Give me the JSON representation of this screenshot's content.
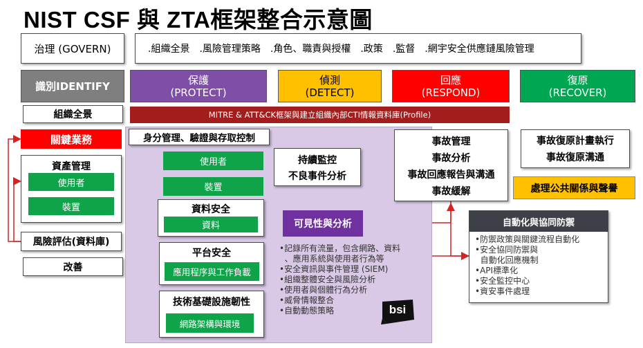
{
  "title": "NIST CSF 與 ZTA框架整合示意圖",
  "govern": {
    "label": "治理 (GOVERN)",
    "items": [
      ".組織全景",
      ".風險管理策略",
      ".角色、職責與授權",
      ".政策",
      ".監督",
      ".網宇安全供應鏈風險管理"
    ]
  },
  "functions": {
    "identify": "識別IDENTIFY",
    "protect": "保護\n(PROTECT)",
    "detect": "偵測\n(DETECT)",
    "respond": "回應\n(RESPOND)",
    "recover": "復原\n(RECOVER)"
  },
  "colors": {
    "identify": "#7f7f7f",
    "protect": "#7f4fa8",
    "detect": "#ffc000",
    "respond": "#ff0000",
    "recover": "#00a651",
    "mitre_bar": "#a31d1d",
    "protect_bg": "#d9c9e6",
    "arrow": "#d62222",
    "green_item": "#0fa34a",
    "dark_panel": "#3d4047"
  },
  "mitre": "MITRE & ATT&CK框架與建立組織內部CTI情報資料庫(Profile)",
  "identify_col": {
    "org": "組織全景",
    "critical": "關鍵業務",
    "asset_title": "資產管理",
    "asset_users": "使用者",
    "asset_devices": "裝置",
    "risk": "風險評估(資料庫)",
    "improve": "改善"
  },
  "protect_col": {
    "iam": "身分管理、驗證與存取控制",
    "users": "使用者",
    "devices": "裝置",
    "data_title": "資料安全",
    "data": "資料",
    "platform_title": "平台安全",
    "platform": "應用程序與工作負載",
    "infra_title": "技術基礎設施韌性",
    "infra": "網路架構與環境"
  },
  "detect_col": {
    "monitor": "持續監控",
    "anomaly": "不良事件分析",
    "visibility": "可見性與分析",
    "bullets": [
      "•記錄所有流量，包含網路、資料",
      "  、應用系統與使用者行為等",
      "•安全資訊與事件管理 (SIEM)",
      "•組織整體安全與風險分析",
      "•使用者與個體行為分析",
      "•威脅情報整合",
      "•自動動態策略"
    ]
  },
  "respond_col": {
    "items": [
      "事故管理",
      "事故分析",
      "事故回應報告與溝通",
      "事故緩解"
    ]
  },
  "recover_col": {
    "items": [
      "事故復原計畫執行",
      "事故復原溝通"
    ],
    "pr": "處理公共關係與聲譽"
  },
  "automation": {
    "title": "自動化與協同防禦",
    "bullets": [
      "•防禦政策與關鍵流程自動化",
      "•安全協同防禦與",
      "  自動化回應機制",
      "•API標準化",
      "•安全監控中心",
      "•資安事件處理"
    ]
  },
  "logo": "bsi"
}
